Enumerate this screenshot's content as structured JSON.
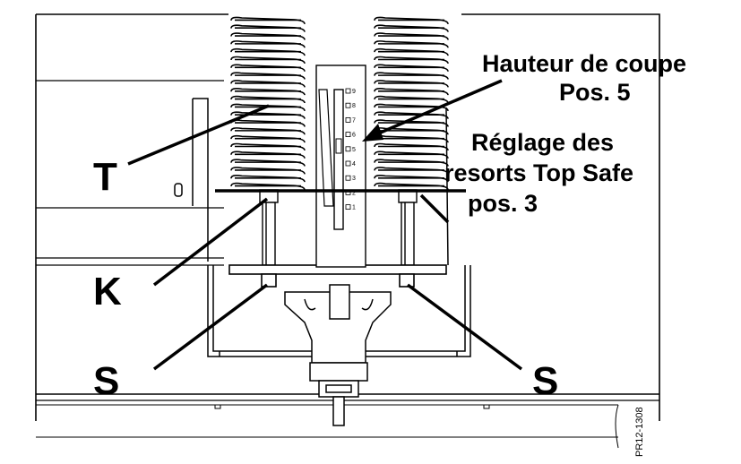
{
  "labels": {
    "T": "T",
    "K": "K",
    "S_left": "S",
    "S_right": "S"
  },
  "notes": {
    "cut_height_line1": "Hauteur de coupe",
    "cut_height_line2": "Pos. 5",
    "spring_line1": "Réglage des",
    "spring_line2": "resorts Top Safe",
    "spring_line3": "pos. 3"
  },
  "scale_ticks": [
    "9",
    "8",
    "7",
    "6",
    "5",
    "4",
    "3",
    "2",
    "1"
  ],
  "figure_code": "PR12-1308"
}
